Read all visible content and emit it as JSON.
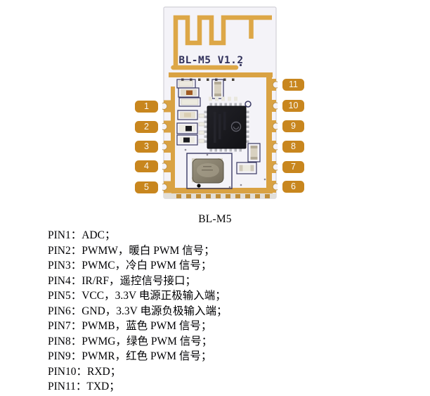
{
  "figure": {
    "silkscreen_title": "BL-M5 V1.2",
    "left_pin_badges": [
      "1",
      "2",
      "3",
      "4",
      "5"
    ],
    "right_pin_badges": [
      "11",
      "10",
      "9",
      "8",
      "7",
      "6"
    ],
    "colors": {
      "badge_orange": "#C8861E",
      "pcb_trace_gold": "#D9A243",
      "silkscreen_navy": "#30305A",
      "pcb_white": "#F4F3F8"
    }
  },
  "caption": "BL-M5",
  "pin_list": [
    "PIN1：ADC；",
    "PIN2：PWMW，暖白 PWM 信号；",
    "PIN3：PWMC，冷白 PWM 信号；",
    "PIN4：IR/RF，遥控信号接口；",
    "PIN5：VCC，3.3V 电源正极输入端；",
    "PIN6：GND，3.3V 电源负极输入端；",
    "PIN7：PWMB，蓝色 PWM 信号；",
    "PIN8：PWMG，绿色 PWM 信号；",
    "PIN9：PWMR，红色 PWM 信号；",
    "PIN10：RXD；",
    "PIN11：TXD；"
  ]
}
